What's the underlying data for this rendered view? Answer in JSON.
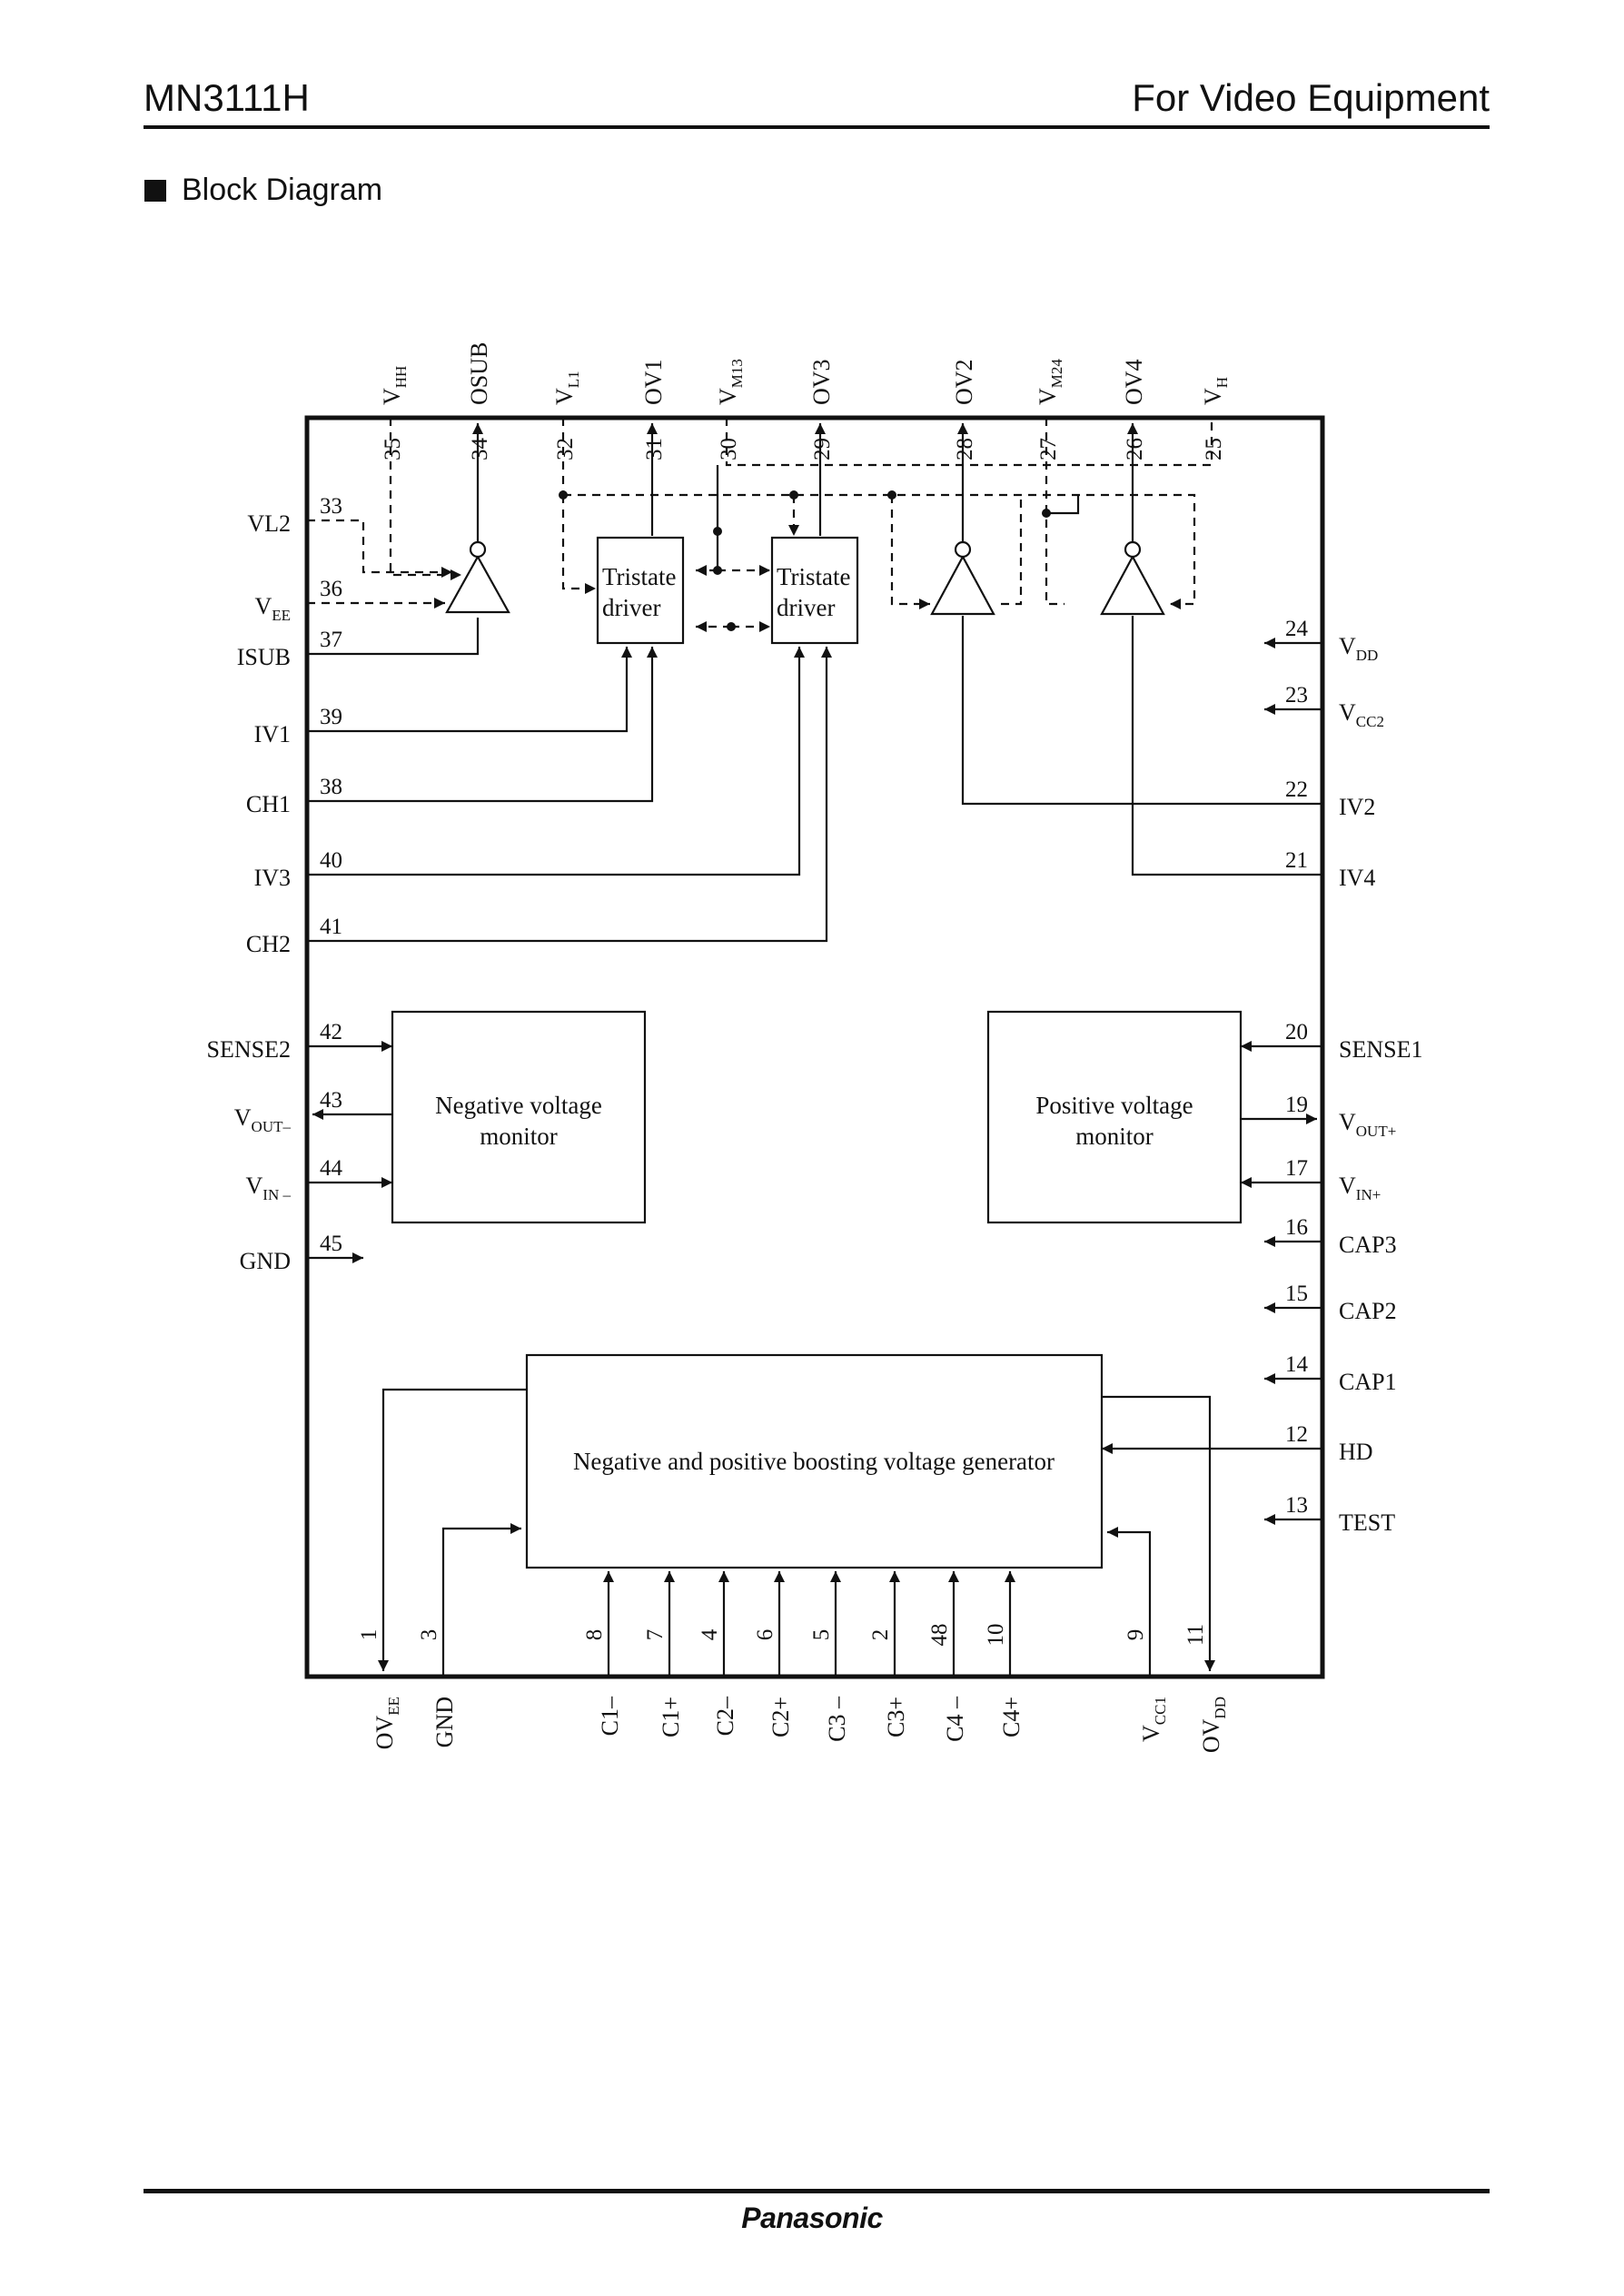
{
  "header": {
    "part_number": "MN3111H",
    "category": "For Video Equipment"
  },
  "section_title": "Block Diagram",
  "blocks": {
    "tristate1": [
      "Tristate",
      "driver"
    ],
    "tristate2": [
      "Tristate",
      "driver"
    ],
    "neg_monitor": [
      "Negative voltage",
      "monitor"
    ],
    "pos_monitor": [
      "Positive voltage",
      "monitor"
    ],
    "generator": "Negative and positive boosting voltage generator"
  },
  "pins": {
    "top": [
      {
        "num": "35",
        "name": "V",
        "sub": "HH"
      },
      {
        "num": "34",
        "name": "OSUB",
        "sub": ""
      },
      {
        "num": "32",
        "name": "V",
        "sub": "L1"
      },
      {
        "num": "31",
        "name": "OV1",
        "sub": ""
      },
      {
        "num": "30",
        "name": "V",
        "sub": "M13"
      },
      {
        "num": "29",
        "name": "OV3",
        "sub": ""
      },
      {
        "num": "28",
        "name": "OV2",
        "sub": ""
      },
      {
        "num": "27",
        "name": "V",
        "sub": "M24"
      },
      {
        "num": "26",
        "name": "OV4",
        "sub": ""
      },
      {
        "num": "25",
        "name": "V",
        "sub": "H"
      }
    ],
    "left": [
      {
        "num": "33",
        "name": "VL2",
        "sub": ""
      },
      {
        "num": "36",
        "name": "V",
        "sub": "EE"
      },
      {
        "num": "37",
        "name": "ISUB",
        "sub": ""
      },
      {
        "num": "39",
        "name": "IV1",
        "sub": ""
      },
      {
        "num": "38",
        "name": "CH1",
        "sub": ""
      },
      {
        "num": "40",
        "name": "IV3",
        "sub": ""
      },
      {
        "num": "41",
        "name": "CH2",
        "sub": ""
      },
      {
        "num": "42",
        "name": "SENSE2",
        "sub": ""
      },
      {
        "num": "43",
        "name": "V",
        "sub": "OUT–"
      },
      {
        "num": "44",
        "name": "V",
        "sub": "IN –"
      },
      {
        "num": "45",
        "name": "GND",
        "sub": ""
      }
    ],
    "right": [
      {
        "num": "24",
        "name": "V",
        "sub": "DD"
      },
      {
        "num": "23",
        "name": "V",
        "sub": "CC2"
      },
      {
        "num": "22",
        "name": "IV2",
        "sub": ""
      },
      {
        "num": "21",
        "name": "IV4",
        "sub": ""
      },
      {
        "num": "20",
        "name": "SENSE1",
        "sub": ""
      },
      {
        "num": "19",
        "name": "V",
        "sub": "OUT+"
      },
      {
        "num": "17",
        "name": "V",
        "sub": "IN+"
      },
      {
        "num": "16",
        "name": "CAP3",
        "sub": ""
      },
      {
        "num": "15",
        "name": "CAP2",
        "sub": ""
      },
      {
        "num": "14",
        "name": "CAP1",
        "sub": ""
      },
      {
        "num": "12",
        "name": "HD",
        "sub": ""
      },
      {
        "num": "13",
        "name": "TEST",
        "sub": ""
      }
    ],
    "bottom": [
      {
        "num": "1",
        "name": "OV",
        "sub": "EE"
      },
      {
        "num": "3",
        "name": "GND",
        "sub": ""
      },
      {
        "num": "8",
        "name": "C1–",
        "sub": ""
      },
      {
        "num": "7",
        "name": "C1+",
        "sub": ""
      },
      {
        "num": "4",
        "name": "C2–",
        "sub": ""
      },
      {
        "num": "6",
        "name": "C2+",
        "sub": ""
      },
      {
        "num": "5",
        "name": "C3 –",
        "sub": ""
      },
      {
        "num": "2",
        "name": "C3+",
        "sub": ""
      },
      {
        "num": "48",
        "name": "C4 –",
        "sub": ""
      },
      {
        "num": "10",
        "name": "C4+",
        "sub": ""
      },
      {
        "num": "9",
        "name": "V",
        "sub": "CC1"
      },
      {
        "num": "11",
        "name": "OV",
        "sub": "DD"
      }
    ]
  },
  "footer": {
    "brand": "Panasonic"
  }
}
